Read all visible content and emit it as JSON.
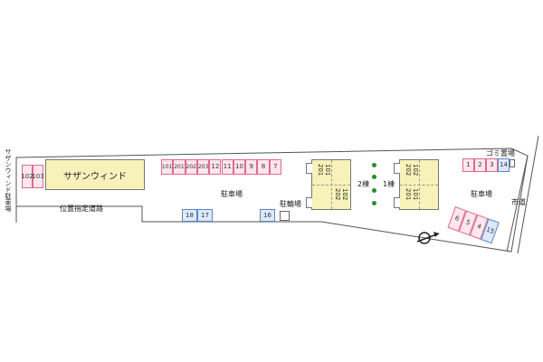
{
  "site": {
    "building_name": "サザンウィンド",
    "side_parking_label": "サザンウィンド駐車場",
    "road_label": "位置指定道路",
    "parking_label": "駐車場",
    "bike_parking_label": "駐輪場",
    "garbage_label": "ゴミ置場",
    "city_road_label": "市道",
    "building2_label": "2棟",
    "building1_label": "1棟",
    "colors": {
      "pink": "#e06a8a",
      "blue": "#5b86c9",
      "building": "#f7f2b9"
    }
  },
  "parking": {
    "left_pink": [
      "102",
      "103"
    ],
    "top_row": [
      "101",
      "201",
      "202",
      "203",
      "12",
      "11",
      "10",
      "9",
      "8",
      "7"
    ],
    "bottom_blue": [
      "18",
      "17",
      "16"
    ],
    "right_top": [
      "1",
      "2",
      "3",
      "14"
    ],
    "right_bottom": [
      "6",
      "5",
      "4",
      "15"
    ]
  },
  "units": {
    "b2_left": [
      "201",
      "101"
    ],
    "b2_right": [
      "202",
      "102"
    ],
    "b1_left": [
      "202",
      "102"
    ],
    "b1_right": [
      "201",
      "101"
    ]
  },
  "compass": {
    "icon": "compass-icon"
  }
}
